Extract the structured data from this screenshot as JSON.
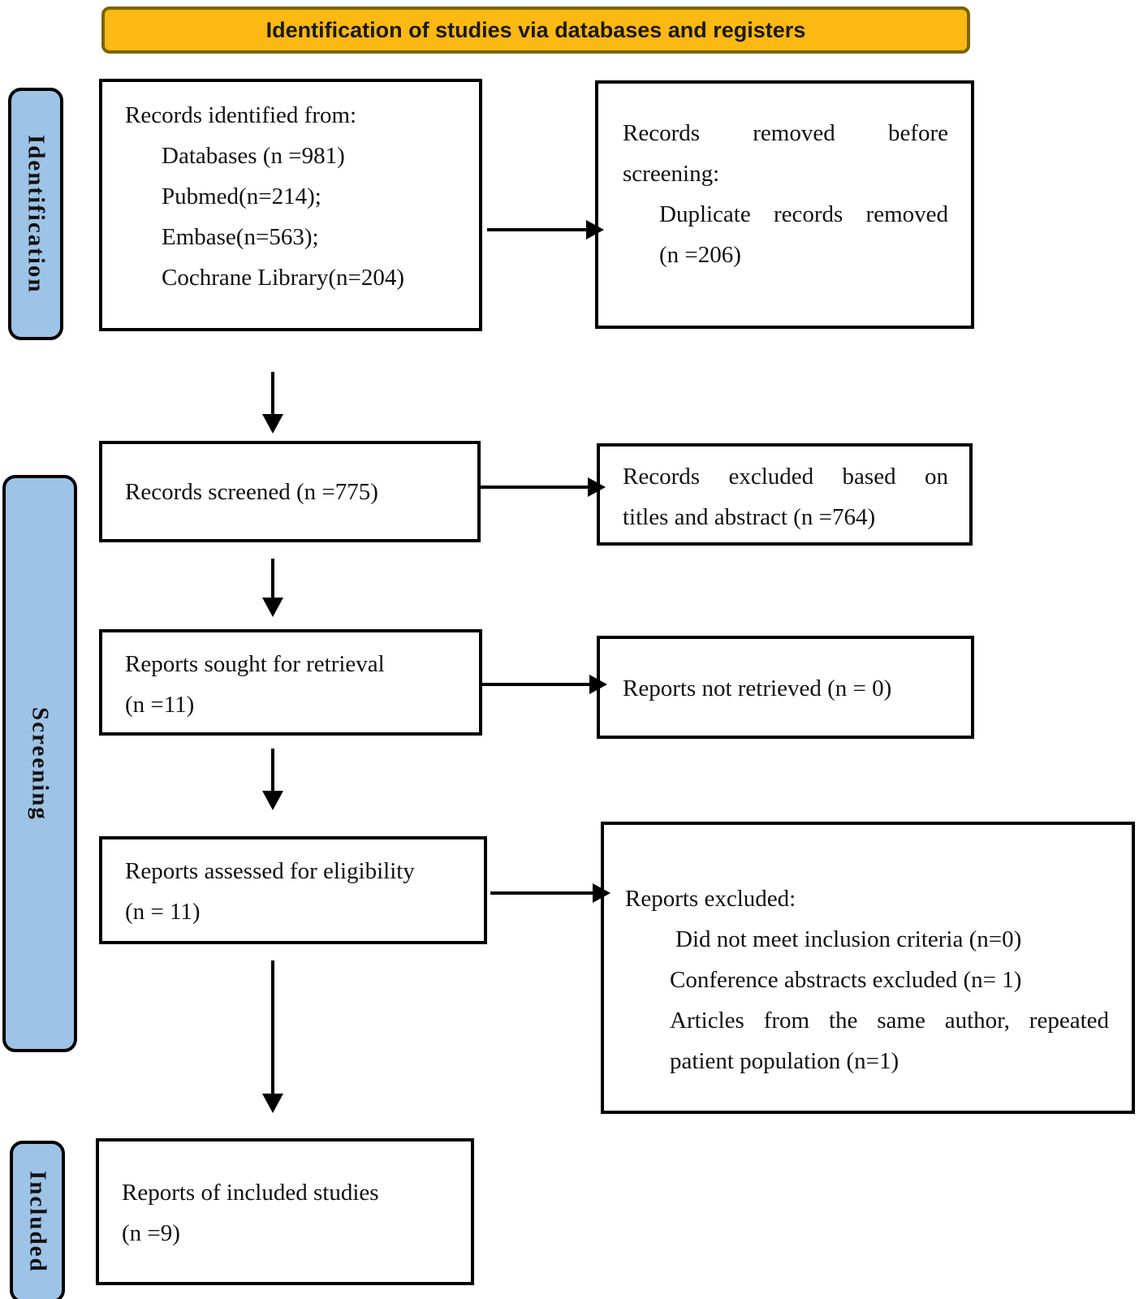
{
  "banner": {
    "title": "Identification of studies via databases and registers"
  },
  "colors": {
    "banner_fill": "#FCB813",
    "banner_border": "#7A6400",
    "stage_fill": "#9DC3E6",
    "box_border": "#000000"
  },
  "stages": {
    "identification": "Identification",
    "screening": "Screening",
    "included": "Included"
  },
  "boxes": {
    "records_identified": {
      "line1": "Records identified from:",
      "line2": "Databases (n =981)",
      "line3": "Pubmed(n=214);",
      "line4": "Embase(n=563);",
      "line5": "Cochrane Library(n=204)"
    },
    "records_removed": {
      "line1": "Records removed before",
      "line2": "screening:",
      "line3": "Duplicate records removed",
      "line4": "(n =206)"
    },
    "records_screened": {
      "line1": "Records screened (n =775)"
    },
    "records_excluded": {
      "line1": "Records excluded based on",
      "line2": "titles and abstract (n =764)"
    },
    "reports_sought": {
      "line1": "Reports sought for retrieval",
      "line2": "(n =11)"
    },
    "reports_not_retrieved": {
      "line1": "Reports not retrieved (n = 0)"
    },
    "reports_assessed": {
      "line1": "Reports assessed for eligibility",
      "line2": "(n = 11)"
    },
    "reports_excluded": {
      "line1": "Reports excluded:",
      "line2": "Did not meet inclusion criteria (n=0)",
      "line3": "Conference abstracts excluded (n= 1)",
      "line4": "Articles from the same author, repeated",
      "line5": "patient population (n=1)"
    },
    "reports_included": {
      "line1": "Reports of included studies",
      "line2": "(n =9)"
    }
  }
}
